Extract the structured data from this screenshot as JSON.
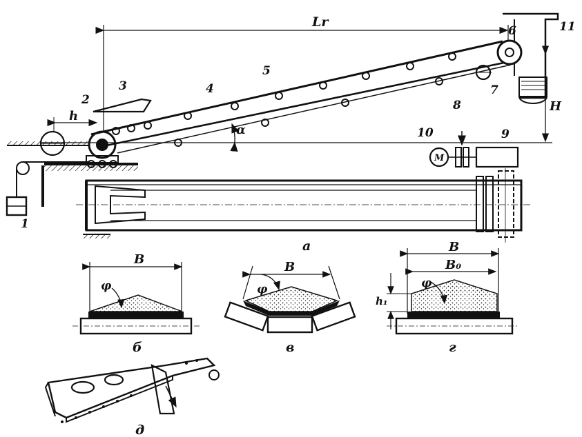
{
  "labels": {
    "n1": "1",
    "n2": "2",
    "n3": "3",
    "n4": "4",
    "n5": "5",
    "n6": "6",
    "n7": "7",
    "n8": "8",
    "n9": "9",
    "n10": "10",
    "n11": "11",
    "motor": "M"
  },
  "dimensions": {
    "lr": "Lr",
    "h_small": "h",
    "h_big": "H",
    "alpha": "α",
    "b_b": "B",
    "b_v": "B",
    "b_g": "B",
    "b0": "B₀",
    "h1": "h₁",
    "phi_b": "φ",
    "phi_v": "φ",
    "phi_g": "φ"
  },
  "captions": {
    "a": "а",
    "b": "б",
    "v": "в",
    "g": "г",
    "d": "д"
  }
}
